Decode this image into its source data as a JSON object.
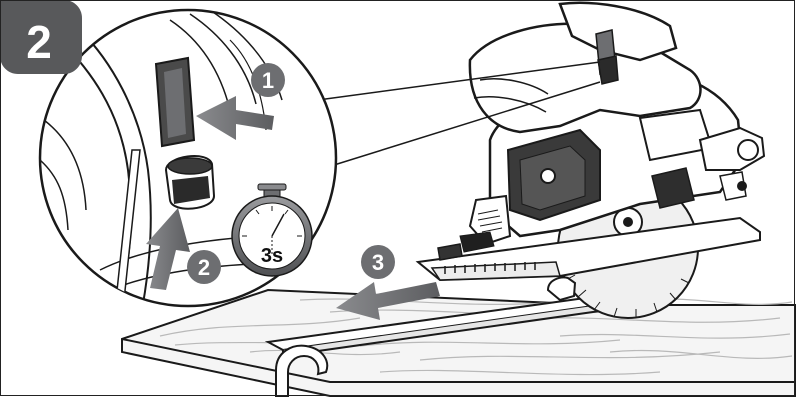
{
  "step": {
    "number": "2"
  },
  "callouts": {
    "c1": "1",
    "c2": "2",
    "c3": "3"
  },
  "timer": {
    "label": "3s"
  },
  "colors": {
    "badge": "#58595b",
    "arrow": "#6d6e71",
    "line": "#1a1a1a",
    "wood": "#f3f3f3"
  },
  "icons": {
    "step_badge": "rounded-square-badge",
    "stopwatch": "stopwatch-icon",
    "arrow": "press-arrow-icon"
  }
}
